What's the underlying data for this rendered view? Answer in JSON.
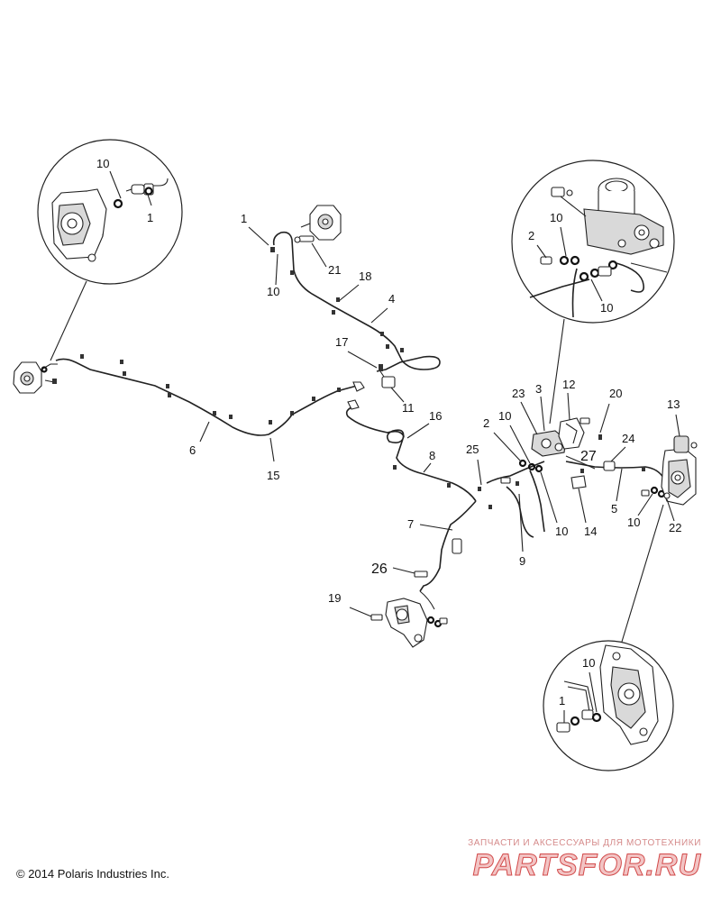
{
  "copyright": "© 2014 Polaris Industries Inc.",
  "watermark": {
    "tagline": "ЗАПЧАСТИ И АКСЕССУАРЫ ДЛЯ МОТОТЕХНИКИ",
    "brand": "PARTSFOR.RU"
  },
  "callouts": {
    "c1_left": "1",
    "c10_left": "10",
    "c1_mid": "1",
    "c10_mid": "10",
    "c21": "21",
    "c18": "18",
    "c4": "4",
    "c17": "17",
    "c11": "11",
    "c16": "16",
    "c6": "6",
    "c15": "15",
    "c10_tr": "10",
    "c2_tr": "2",
    "c10_tr2": "10",
    "c23": "23",
    "c3": "3",
    "c12": "12",
    "c20": "20",
    "c13": "13",
    "c2": "2",
    "c10_c": "10",
    "c25": "25",
    "c8": "8",
    "c27": "27",
    "c24": "24",
    "c7": "7",
    "c10_b": "10",
    "c14": "14",
    "c5": "5",
    "c10_r": "10",
    "c22": "22",
    "c9": "9",
    "c26": "26",
    "c19": "19",
    "c10_br": "10",
    "c1_br": "1"
  }
}
